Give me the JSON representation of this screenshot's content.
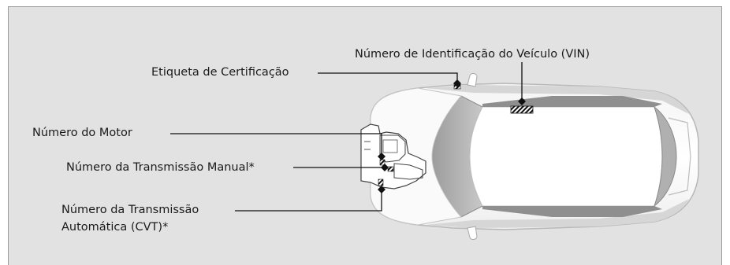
{
  "labels": {
    "vin": "Número de Identificação do Veículo (VIN)",
    "certification": "Etiqueta de Certificação",
    "engine": "Número do Motor",
    "manual_transmission": "Número da Transmissão Manual*",
    "cvt_line1": "Número da Transmissão",
    "cvt_line2": "Automática (CVT)*"
  }
}
